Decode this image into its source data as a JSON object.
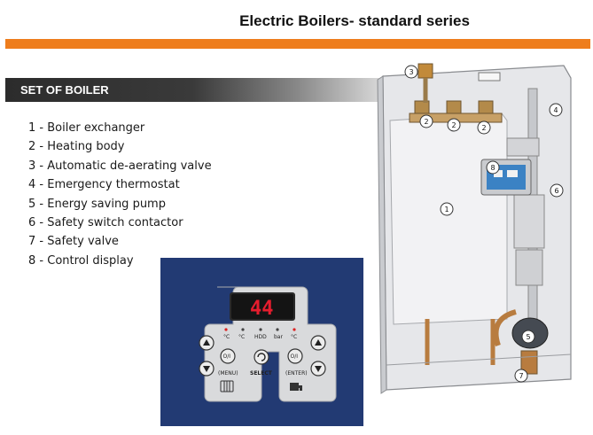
{
  "title": "Electric Boilers- standard series",
  "section": "SET OF BOILER",
  "legend": [
    {
      "num": "1 -",
      "label": "Boiler exchanger"
    },
    {
      "num": "2 -",
      "label": "Heating body"
    },
    {
      "num": "3 -",
      "label": "Automatic de-aerating valve"
    },
    {
      "num": "4 -",
      "label": "Emergency thermostat"
    },
    {
      "num": "5 -",
      "label": "Energy saving pump"
    },
    {
      "num": "6 -",
      "label": "Safety switch contactor"
    },
    {
      "num": "7 -",
      "label": "Safety valve"
    },
    {
      "num": "8 -",
      "label": "Control display"
    }
  ],
  "panel": {
    "display": "44",
    "labels": [
      "°C",
      "°C",
      "HDD",
      "bar",
      "°C"
    ],
    "left_power": "O/I",
    "left_menu": "(MENU)",
    "right_power": "O/I",
    "right_enter": "(ENTER)",
    "select": "SELECT"
  },
  "callouts": [
    "3",
    "4",
    "2",
    "2",
    "2",
    "8",
    "6",
    "1",
    "5",
    "7"
  ],
  "colors": {
    "accent": "#ee7d1c",
    "panel_bg": "#223a73",
    "lcd": "#e51d2e"
  }
}
